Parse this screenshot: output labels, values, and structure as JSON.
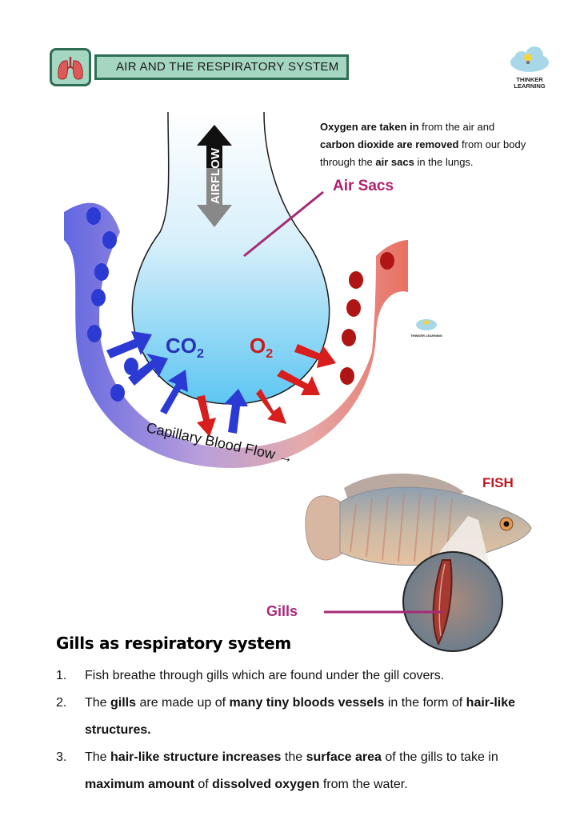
{
  "header": {
    "title": "AIR AND THE RESPIRATORY SYSTEM",
    "icon": "lungs-icon",
    "logo_text_line1": "THINKER",
    "logo_text_line2": "LEARNING"
  },
  "intro": {
    "p1": "Oxygen are taken in",
    "p2": " from the air and ",
    "p3": "carbon dioxide are removed",
    "p4": " from our body through the ",
    "p5": "air sacs",
    "p6": " in the lungs."
  },
  "diagram": {
    "airflow": "AIRFLOW",
    "co2": "CO",
    "co2_sub": "2",
    "o2": "O",
    "o2_sub": "2",
    "capillary": "Capillary Blood Flow →",
    "air_sacs_label": "Air Sacs",
    "small_logo_text": "THINKER LEARNING"
  },
  "fish": {
    "fish_label": "FISH",
    "gills_label": "Gills"
  },
  "section": {
    "title": "Gills as respiratory system",
    "items": [
      {
        "num": "1.",
        "t1": "Fish breathe through gills which are found under the gill covers."
      },
      {
        "num": "2.",
        "t1": "The ",
        "b1": "gills",
        "t2": " are made up of ",
        "b2": "many tiny bloods vessels",
        "t3": " in the form of ",
        "b3": "hair-like structures."
      },
      {
        "num": "3.",
        "t1": "The ",
        "b1": "hair-like structure increases",
        "t2": " the ",
        "b2": "surface area",
        "t3": " of the gills to take in ",
        "b3": "maximum amount",
        "t4": " of ",
        "b4": "dissolved oxygen",
        "t5": " from the water."
      }
    ]
  },
  "colors": {
    "header_fill": "#a5d6c1",
    "header_border": "#2f6e55",
    "air_sacs": "#b0206b",
    "fish": "#c0141b",
    "gills": "#a62a76"
  }
}
